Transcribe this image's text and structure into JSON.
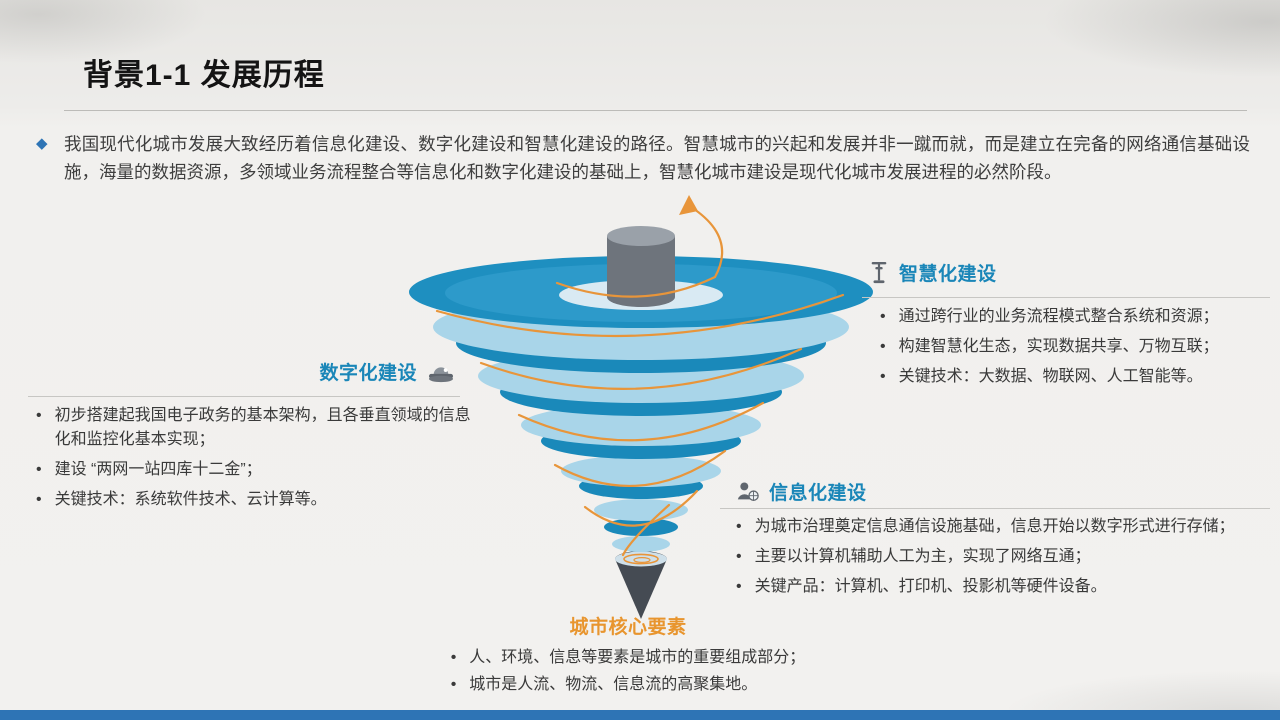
{
  "slide": {
    "title": "背景1-1 发展历程",
    "intro": "我国现代化城市发展大致经历着信息化建设、数字化建设和智慧化建设的路径。智慧城市的兴起和发展并非一蹴而就，而是建立在完备的网络通信基础设施，海量的数据资源，多领域业务流程整合等信息化和数字化建设的基础上，智慧化城市建设是现代化城市发展进程的必然阶段。"
  },
  "glyphs": {
    "bullet": "•",
    "diamond": "◆"
  },
  "sections": {
    "smart": {
      "title": "智慧化建设",
      "icon": "signal-tower-icon",
      "items": [
        "通过跨行业的业务流程模式整合系统和资源；",
        "构建智慧化生态，实现数据共享、万物互联；",
        "关键技术：大数据、物联网、人工智能等。"
      ]
    },
    "digital": {
      "title": "数字化建设",
      "icon": "scanner-device-icon",
      "items": [
        "初步搭建起我国电子政务的基本架构，且各垂直领域的信息化和监控化基本实现；",
        "建设 “两网一站四库十二金”；",
        "关键技术：系统软件技术、云计算等。"
      ]
    },
    "info": {
      "title": "信息化建设",
      "icon": "user-network-icon",
      "items": [
        "为城市治理奠定信息通信设施基础，信息开始以数字形式进行存储；",
        "主要以计算机辅助人工为主，实现了网络互通；",
        "关键产品：计算机、打印机、投影机等硬件设备。"
      ]
    },
    "core": {
      "title": "城市核心要素",
      "items": [
        "人、环境、信息等要素是城市的重要组成部分；",
        "城市是人流、物流、信息流的高聚集地。"
      ]
    }
  },
  "colors": {
    "accent_blue": "#1a86b8",
    "accent_orange": "#e8952e",
    "bar_blue": "#2e74b5",
    "funnel_light": "#a9d5e9",
    "funnel_dark": "#1a89ba",
    "funnel_top": "#1e8fc0",
    "spiral_orange": "#e8953a"
  }
}
